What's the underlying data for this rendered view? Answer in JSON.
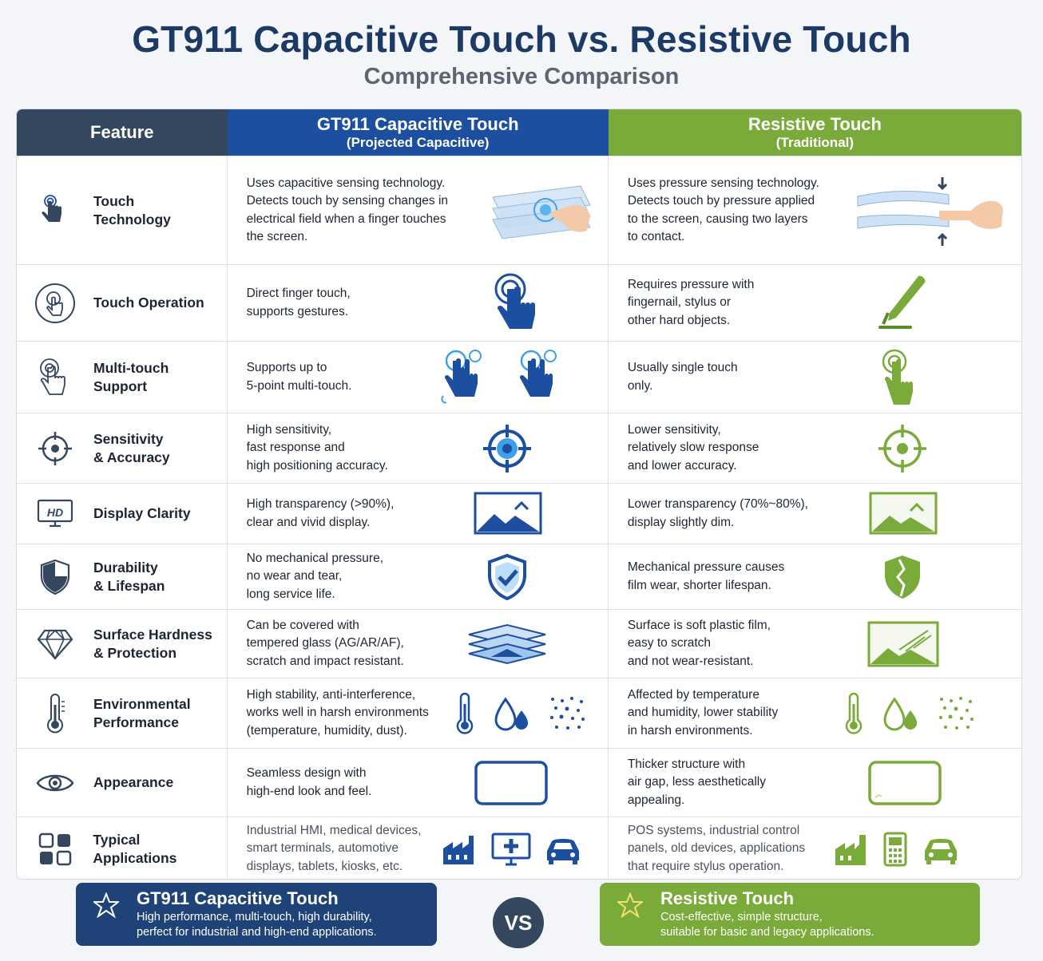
{
  "title": "GT911 Capacitive Touch vs. Resistive Touch",
  "subtitle": "Comprehensive Comparison",
  "header": {
    "feature": "Feature",
    "capacitive": "GT911 Capacitive Touch",
    "capacitive_sub": "(Projected Capacitive)",
    "resistive": "Resistive Touch",
    "resistive_sub": "(Traditional)"
  },
  "colors": {
    "capacitive": "#1d4fa0",
    "resistive": "#7aaa3a",
    "feature": "#35465f"
  },
  "rows": [
    {
      "feature": "Touch\nTechnology",
      "icon": "touch-hand-icon",
      "capacitive": "Uses capacitive sensing technology.\nDetects touch by sensing changes in\nelectrical field when a finger touches\nthe screen.",
      "resistive": "Uses pressure sensing technology.\nDetects touch by pressure applied\nto the screen, causing two layers\nto contact."
    },
    {
      "feature": "Touch Operation",
      "icon": "touch-circle-icon",
      "capacitive": "Direct finger touch,\nsupports gestures.",
      "resistive": "Requires pressure with\nfingernail, stylus or\nother hard objects."
    },
    {
      "feature": "Multi-touch\nSupport",
      "icon": "multi-touch-icon",
      "capacitive": "Supports up to\n5-point multi-touch.",
      "resistive": "Usually single touch\nonly."
    },
    {
      "feature": "Sensitivity\n& Accuracy",
      "icon": "crosshair-icon",
      "capacitive": "High sensitivity,\nfast response and\nhigh positioning accuracy.",
      "resistive": "Lower sensitivity,\nrelatively slow response\nand lower accuracy."
    },
    {
      "feature": "Display Clarity",
      "icon": "hd-monitor-icon",
      "icon_text": "HD",
      "capacitive": "High transparency (>90%),\nclear and vivid display.",
      "resistive": "Lower transparency (70%~80%),\ndisplay slightly dim."
    },
    {
      "feature": "Durability\n& Lifespan",
      "icon": "shield-icon",
      "capacitive": "No mechanical pressure,\nno wear and tear,\nlong service life.",
      "resistive": "Mechanical pressure causes\nfilm wear, shorter lifespan."
    },
    {
      "feature": "Surface Hardness\n& Protection",
      "icon": "diamond-icon",
      "capacitive": "Can be covered with\ntempered glass (AG/AR/AF),\nscratch and impact resistant.",
      "resistive": "Surface is soft plastic film,\neasy to scratch\nand not wear-resistant."
    },
    {
      "feature": "Environmental\nPerformance",
      "icon": "thermometer-icon",
      "capacitive": "High stability, anti-interference,\nworks well in harsh environments\n(temperature, humidity, dust).",
      "resistive": "Affected by temperature\nand humidity, lower stability\nin harsh environments."
    },
    {
      "feature": "Appearance",
      "icon": "eye-icon",
      "capacitive": "Seamless design with\nhigh-end look and feel.",
      "resistive": "Thicker structure with\nair gap, less aesthetically\nappealing."
    },
    {
      "feature": "Typical Applications",
      "icon": "apps-grid-icon",
      "capacitive": "Industrial HMI, medical devices,\nsmart terminals, automotive\ndisplays, tablets, kiosks, etc.",
      "resistive": "POS systems, industrial control\npanels, old devices, applications\nthat require stylus operation."
    }
  ],
  "summary": {
    "capacitive_title": "GT911 Capacitive Touch",
    "capacitive_text": "High performance, multi-touch, high durability,\nperfect for industrial and high-end applications.",
    "vs": "VS",
    "resistive_title": "Resistive Touch",
    "resistive_text": "Cost-effective, simple structure,\nsuitable for basic and legacy applications."
  }
}
